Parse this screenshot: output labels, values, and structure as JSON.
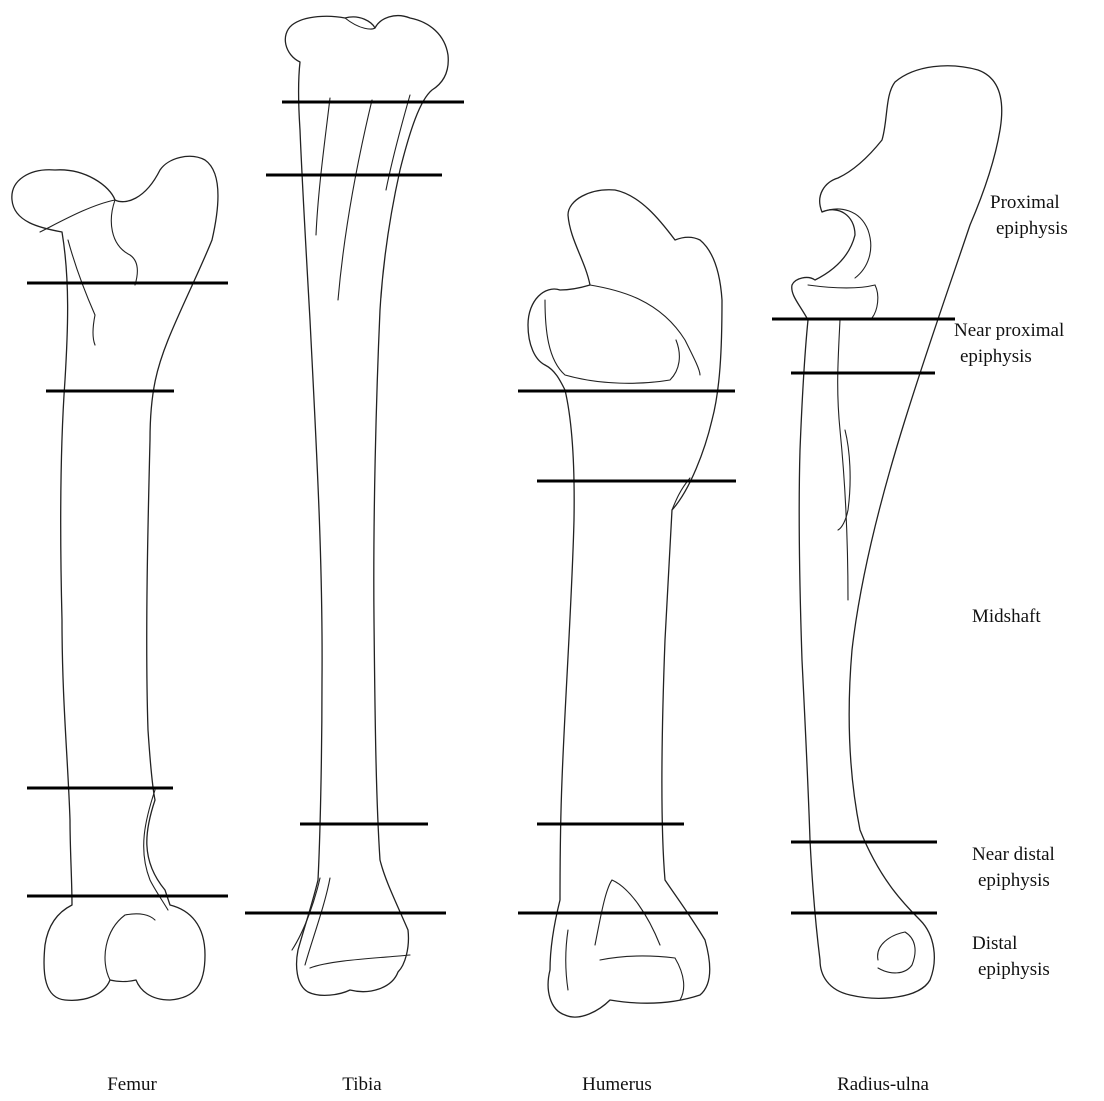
{
  "regions": {
    "proximal": "Proximal\nepiphysis",
    "near_proximal": "Near proximal\nepiphysis",
    "midshaft": "Midshaft",
    "near_distal": "Near distal\nepiphysis",
    "distal": "Distal\nepiphysis"
  },
  "bones": {
    "femur": "Femur",
    "tibia": "Tibia",
    "humerus": "Humerus",
    "radius_ulna": "Radius-ulna"
  }
}
